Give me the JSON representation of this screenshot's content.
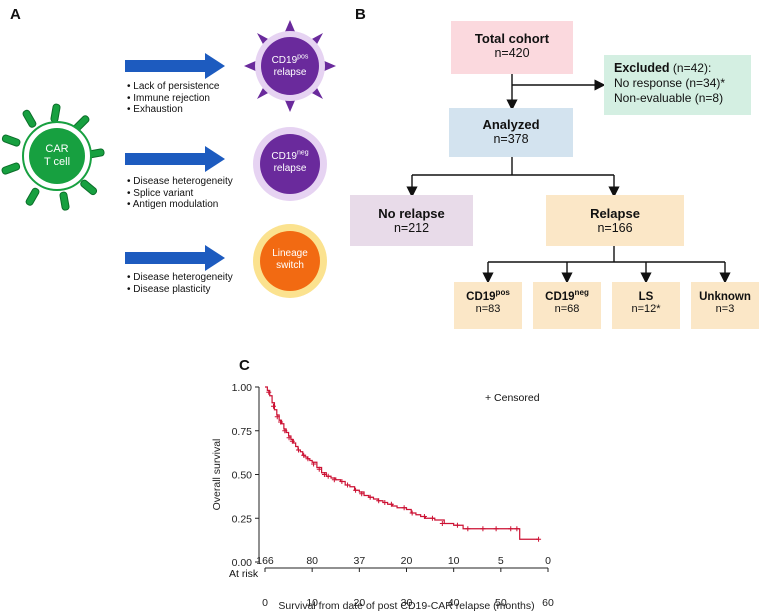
{
  "panelA": {
    "letter": "A",
    "car_cell": {
      "line1": "CAR",
      "line2": "T cell"
    },
    "rows": [
      {
        "bullets": [
          "Lack of persistence",
          "Immune rejection",
          "Exhaustion"
        ],
        "circle": {
          "name": "CD19",
          "sup": "pos",
          "line2": "relapse"
        }
      },
      {
        "bullets": [
          "Disease heterogeneity",
          "Splice variant",
          "Antigen modulation"
        ],
        "circle": {
          "name": "CD19",
          "sup": "neg",
          "line2": "relapse"
        }
      },
      {
        "bullets": [
          "Disease heterogeneity",
          "Disease plasticity"
        ],
        "circle": {
          "line1": "Lineage",
          "line2": "switch"
        }
      }
    ]
  },
  "panelB": {
    "letter": "B",
    "total": {
      "title": "Total cohort",
      "count": "n=420"
    },
    "excluded": {
      "title": "Excluded",
      "count": "(n=42):",
      "line2": "No response (n=34)*",
      "line3": "Non-evaluable (n=8)"
    },
    "analyzed": {
      "title": "Analyzed",
      "count": "n=378"
    },
    "no_relapse": {
      "title": "No relapse",
      "count": "n=212"
    },
    "relapse": {
      "title": "Relapse",
      "count": "n=166"
    },
    "subgroups": [
      {
        "name": "CD19",
        "sup": "pos",
        "count": "n=83"
      },
      {
        "name": "CD19",
        "sup": "neg",
        "count": "n=68"
      },
      {
        "name": "LS",
        "sup": "",
        "count": "n=12*"
      },
      {
        "name": "Unknown",
        "sup": "",
        "count": "n=3"
      }
    ]
  },
  "panelC": {
    "letter": "C",
    "legend": "+ Censored",
    "at_risk_label": "At risk"
  },
  "chart_data": {
    "type": "line",
    "xlabel": "Survival from date of post CD19-CAR relapse (months)",
    "ylabel": "Overall survival",
    "xlim": [
      0,
      60
    ],
    "ylim": [
      0,
      1
    ],
    "xticks": [
      "0",
      "10",
      "20",
      "30",
      "40",
      "50",
      "60"
    ],
    "yticks": [
      "0.00",
      "0.25",
      "0.50",
      "0.75",
      "1.00"
    ],
    "color": "#cc1133",
    "at_risk": [
      {
        "x": 0,
        "n": "166"
      },
      {
        "x": 10,
        "n": "80"
      },
      {
        "x": 20,
        "n": "37"
      },
      {
        "x": 30,
        "n": "20"
      },
      {
        "x": 40,
        "n": "10"
      },
      {
        "x": 50,
        "n": "5"
      },
      {
        "x": 60,
        "n": "0"
      }
    ],
    "series": [
      {
        "x": [
          0,
          0.5,
          1,
          1.5,
          2,
          2.5,
          3,
          3.5,
          4,
          4.5,
          5,
          5.5,
          6,
          6.5,
          7,
          7.5,
          8,
          8.5,
          9,
          9.5,
          10,
          11,
          12,
          13,
          14,
          15,
          16,
          17,
          18,
          19,
          20,
          21,
          22,
          23,
          24,
          25,
          26,
          27,
          28,
          29,
          30,
          31,
          32,
          33,
          34,
          35,
          36,
          38,
          40,
          42,
          45,
          48,
          51,
          53,
          54,
          58
        ],
        "y": [
          1.0,
          0.98,
          0.95,
          0.91,
          0.87,
          0.84,
          0.81,
          0.79,
          0.76,
          0.74,
          0.72,
          0.7,
          0.68,
          0.66,
          0.64,
          0.63,
          0.61,
          0.6,
          0.59,
          0.58,
          0.57,
          0.54,
          0.51,
          0.49,
          0.48,
          0.47,
          0.46,
          0.44,
          0.43,
          0.41,
          0.4,
          0.38,
          0.37,
          0.36,
          0.35,
          0.34,
          0.33,
          0.32,
          0.31,
          0.31,
          0.3,
          0.28,
          0.27,
          0.26,
          0.25,
          0.25,
          0.24,
          0.22,
          0.21,
          0.19,
          0.19,
          0.19,
          0.19,
          0.19,
          0.13,
          0.13
        ]
      }
    ],
    "censored": [
      [
        0.8,
        0.97
      ],
      [
        1.8,
        0.89
      ],
      [
        2.6,
        0.83
      ],
      [
        3.3,
        0.8
      ],
      [
        4.2,
        0.75
      ],
      [
        5.1,
        0.71
      ],
      [
        5.8,
        0.69
      ],
      [
        7.1,
        0.64
      ],
      [
        8.2,
        0.61
      ],
      [
        9.1,
        0.59
      ],
      [
        10.3,
        0.56
      ],
      [
        11.5,
        0.53
      ],
      [
        12.6,
        0.5
      ],
      [
        13.4,
        0.49
      ],
      [
        14.7,
        0.47
      ],
      [
        16.3,
        0.46
      ],
      [
        17.5,
        0.44
      ],
      [
        19.2,
        0.41
      ],
      [
        20.5,
        0.39
      ],
      [
        22.3,
        0.37
      ],
      [
        24.1,
        0.35
      ],
      [
        25.4,
        0.34
      ],
      [
        26.8,
        0.33
      ],
      [
        29.5,
        0.31
      ],
      [
        31.2,
        0.28
      ],
      [
        33.8,
        0.26
      ],
      [
        35.5,
        0.25
      ],
      [
        37.6,
        0.22
      ],
      [
        40.8,
        0.21
      ],
      [
        43.0,
        0.19
      ],
      [
        46.2,
        0.19
      ],
      [
        49.0,
        0.19
      ],
      [
        52.1,
        0.19
      ],
      [
        53.4,
        0.19
      ],
      [
        58.0,
        0.13
      ]
    ]
  }
}
